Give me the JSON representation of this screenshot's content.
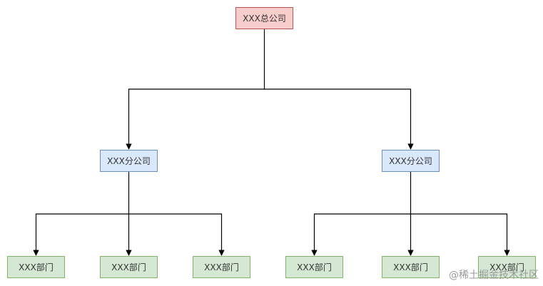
{
  "colors": {
    "root_fill": "#f8cecc",
    "root_border": "#b85450",
    "branch_fill": "#dae8fc",
    "branch_border": "#6c8ebf",
    "leaf_fill": "#d5e8d4",
    "leaf_border": "#82b366",
    "edge": "#000000"
  },
  "org": {
    "root": "XXX总公司",
    "branches": [
      {
        "label": "XXX分公司",
        "departments": [
          "XXX部门",
          "XXX部门",
          "XXX部门"
        ]
      },
      {
        "label": "XXX分公司",
        "departments": [
          "XXX部门",
          "XXX部门",
          "XXX部门"
        ]
      }
    ]
  },
  "watermark": "@稀土掘金技术社区"
}
